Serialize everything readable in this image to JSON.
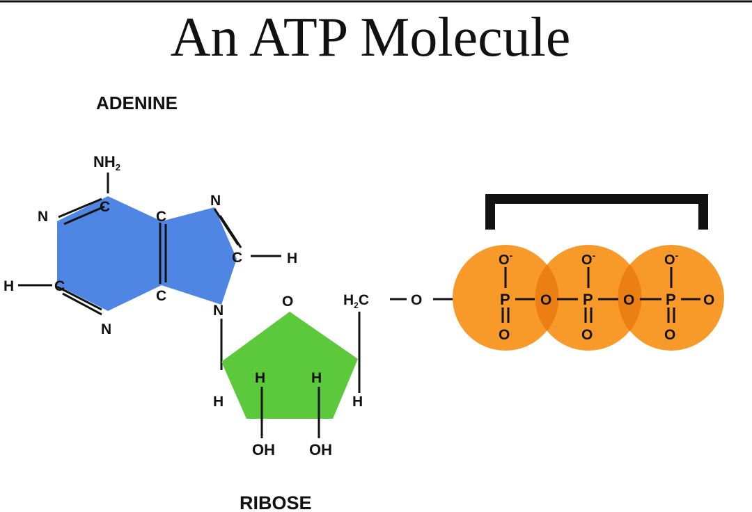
{
  "title": "An ATP Molecule",
  "labels": {
    "adenine": "ADENINE",
    "ribose": "RIBOSE"
  },
  "atoms": {
    "nh2_n": "NH",
    "nh2_sub": "2",
    "c": "C",
    "n": "N",
    "h": "H",
    "o": "O",
    "o_minus": "O",
    "minus": "-",
    "oh": "OH",
    "h2c_h": "H",
    "h2c_sub": "2",
    "h2c_c": "C",
    "p": "P",
    "dash": "—"
  },
  "colors": {
    "adenine_fill": "#4f86e4",
    "ribose_fill": "#5cc83c",
    "phosphate_fill": "#f79a2a",
    "phosphate_overlap": "#ec7f14",
    "bond": "#111111",
    "bracket": "#111111"
  }
}
